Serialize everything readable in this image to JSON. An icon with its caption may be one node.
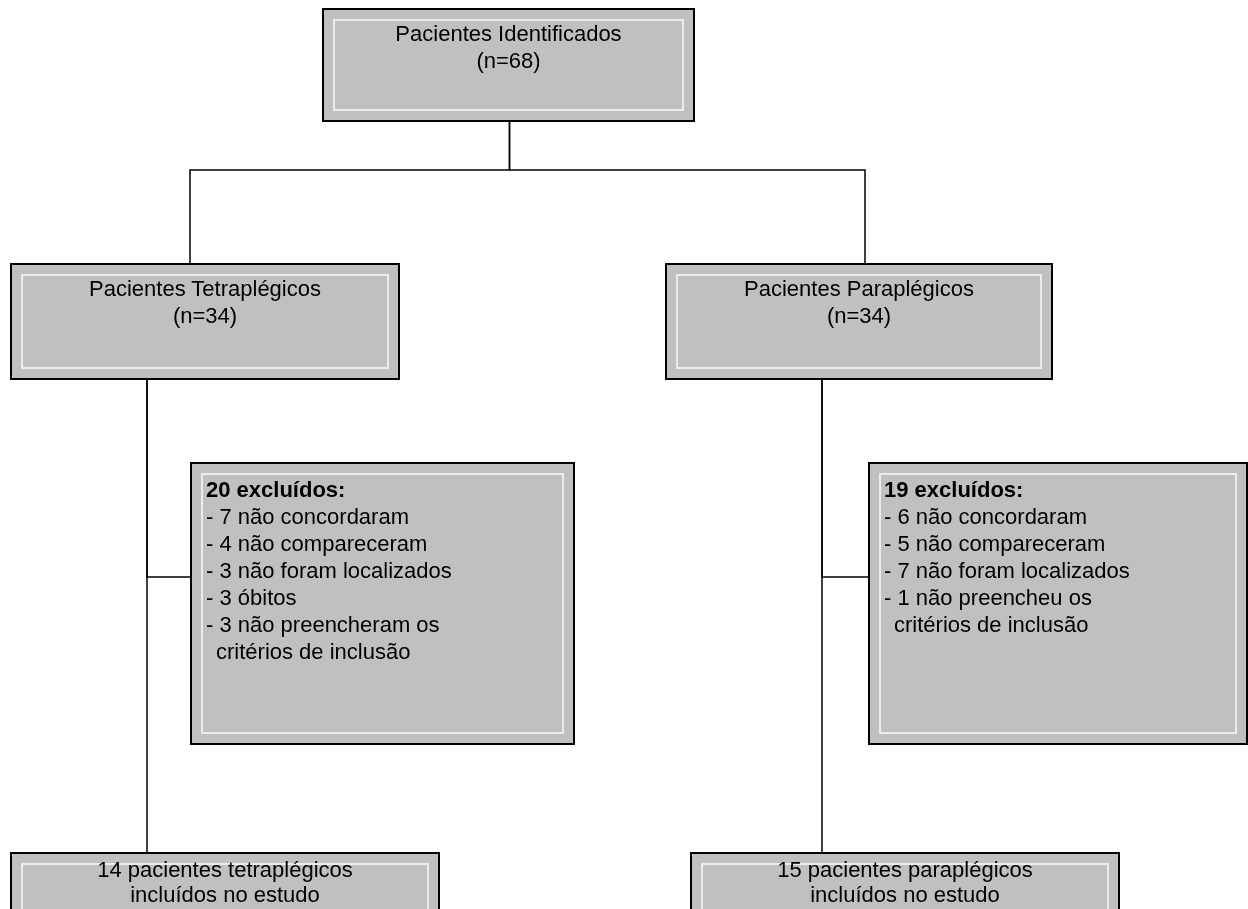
{
  "diagram": {
    "nodes": [
      {
        "text": [
          "Pacientes Identificados",
          "(n=68)"
        ]
      },
      {
        "text": [
          "Pacientes Tetraplégicos",
          "(n=34)"
        ]
      },
      {
        "text": [
          "Pacientes Paraplégicos",
          "(n=34)"
        ]
      },
      {
        "text": [
          "20 excluídos:",
          "- 7 não concordaram",
          "- 4 não compareceram",
          "- 3 não foram localizados",
          "- 3 óbitos",
          "- 3 não preencheram os critérios de inclusão"
        ]
      },
      {
        "text": [
          "19 excluídos:",
          "- 6 não concordaram",
          "- 5 não compareceram",
          "- 7 não foram localizados",
          "- 1 não preencheu os critérios de inclusão"
        ]
      },
      {
        "text": [
          "14 pacientes tetraplégicos incluídos no estudo"
        ]
      },
      {
        "text": [
          "15 pacientes paraplégicos incluídos no estudo"
        ]
      }
    ],
    "edges": [
      {
        "from": 0,
        "to": 1,
        "arrow": "none"
      },
      {
        "from": 0,
        "to": 2,
        "arrow": "none"
      },
      {
        "from": 1,
        "to": 3,
        "arrow": "none"
      },
      {
        "from": 1,
        "to": 5,
        "arrow": "none"
      },
      {
        "from": 2,
        "to": 4,
        "arrow": "none"
      },
      {
        "from": 2,
        "to": 6,
        "arrow": "none"
      }
    ]
  }
}
